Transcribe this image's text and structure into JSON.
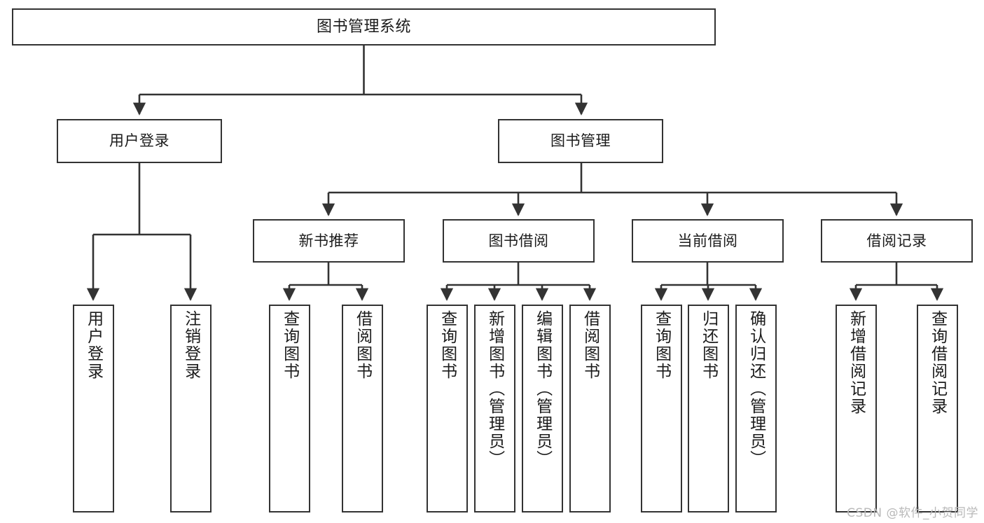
{
  "diagram": {
    "title": "图书管理系统",
    "type": "functional-structure-tree",
    "watermark": "CSDN @软件_小贺同学",
    "colors": {
      "background": "#ffffff",
      "box_border": "#333333",
      "box_fill": "#ffffff",
      "text": "#1b1b1b",
      "edge": "#333333",
      "watermark": "#b9b9b9"
    },
    "root": {
      "label": "图书管理系统"
    },
    "level2": [
      {
        "label": "用户登录"
      },
      {
        "label": "图书管理"
      }
    ],
    "level3": [
      {
        "label": "新书推荐"
      },
      {
        "label": "图书借阅"
      },
      {
        "label": "当前借阅"
      },
      {
        "label": "借阅记录"
      }
    ],
    "leaves": {
      "user_login": [
        {
          "label": "用户登录"
        },
        {
          "label": "注销登录"
        }
      ],
      "new_book_recommend": [
        {
          "label": "查询图书"
        },
        {
          "label": "借阅图书"
        }
      ],
      "book_borrow": [
        {
          "label": "查询图书"
        },
        {
          "label": "新增图书（管理员）"
        },
        {
          "label": "编辑图书（管理员）"
        },
        {
          "label": "借阅图书"
        }
      ],
      "current_borrow": [
        {
          "label": "查询图书"
        },
        {
          "label": "归还图书"
        },
        {
          "label": "确认归还（管理员）"
        }
      ],
      "borrow_record": [
        {
          "label": "新增借阅记录"
        },
        {
          "label": "查询借阅记录"
        }
      ]
    }
  }
}
